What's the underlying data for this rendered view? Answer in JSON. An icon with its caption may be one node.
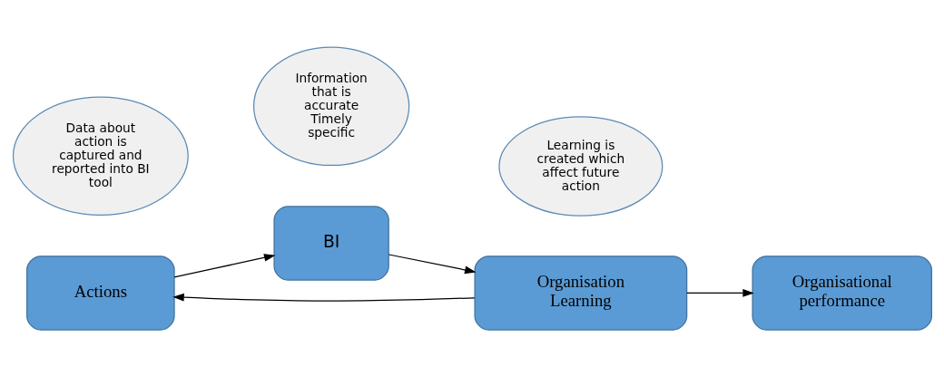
{
  "diagram": {
    "nodes": [
      {
        "text": [
          "Actions"
        ]
      },
      {
        "text": [
          "BI"
        ]
      },
      {
        "text": [
          "Organisation Learning"
        ]
      },
      {
        "text": [
          "Organisational performance"
        ]
      },
      {
        "text": [
          "Data about action is captured and reported into BI tool"
        ]
      },
      {
        "text": [
          "Information that is accurate Timely specific"
        ]
      },
      {
        "text": [
          "Learning is created which affect future action"
        ]
      }
    ],
    "edges": [
      {
        "from": 0,
        "to": 1,
        "arrow": "to"
      },
      {
        "from": 1,
        "to": 2,
        "arrow": "to"
      },
      {
        "from": 2,
        "to": 0,
        "arrow": "to"
      },
      {
        "from": 2,
        "to": 3,
        "arrow": "to"
      }
    ]
  }
}
